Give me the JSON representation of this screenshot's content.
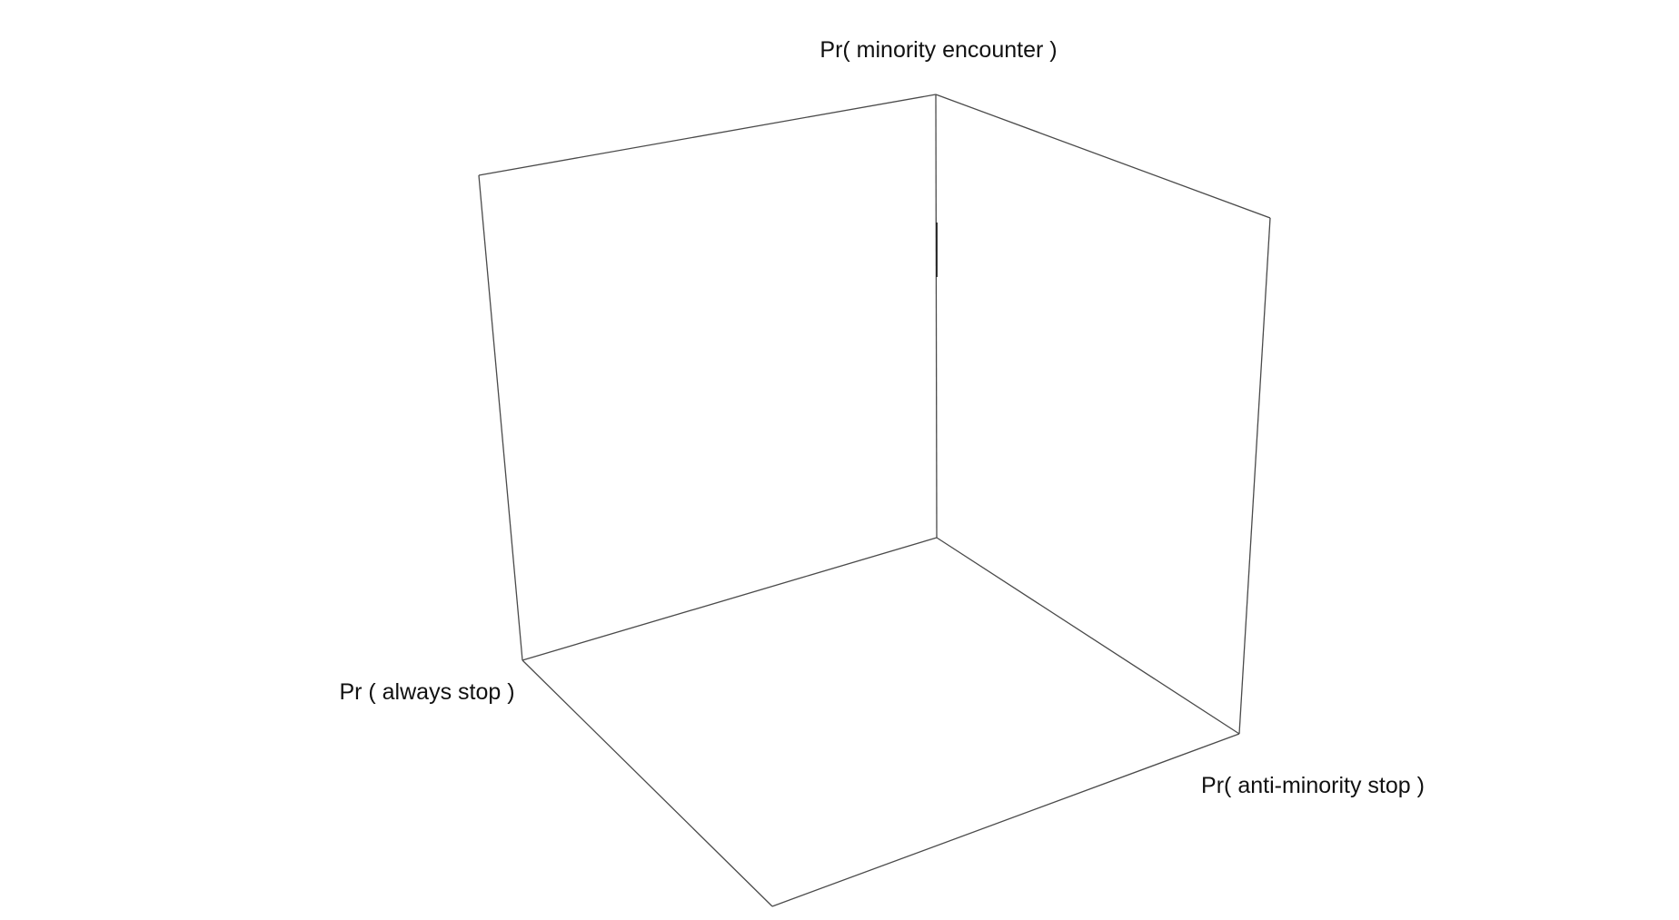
{
  "diagram": {
    "type": "3d-box-axes",
    "labels": {
      "vertical_axis": "Pr( minority encounter )",
      "left_axis": "Pr ( always stop )",
      "right_axis": "Pr( anti-minority stop )"
    },
    "colors": {
      "background": "#ffffff",
      "edge": "#4a4a4a",
      "text": "#111111"
    }
  }
}
